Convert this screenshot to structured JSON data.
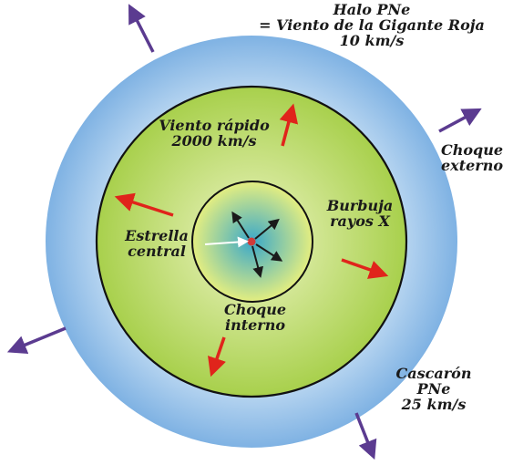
{
  "labels": {
    "halo_line1": "Halo PNe",
    "halo_line2": "= Viento de la Gigante Roja",
    "halo_line3": "10 km/s",
    "fast_wind_line1": "Viento rápido",
    "fast_wind_line2": "2000 km/s",
    "outer_shock_line1": "Choque",
    "outer_shock_line2": "externo",
    "xray_line1": "Burbuja",
    "xray_line2": "rayos X",
    "star_line1": "Estrella",
    "star_line2": "central",
    "inner_shock_line1": "Choque",
    "inner_shock_line2": "interno",
    "shell_line1": "Cascarón",
    "shell_line2": "PNe",
    "shell_line3": "25 km/s"
  },
  "colors": {
    "halo_outer": "#7fb2e3",
    "halo_inner": "#dfeefa",
    "bubble_outer": "#a8d04c",
    "bubble_inner": "#eef5c4",
    "core_center": "#3aa8c9",
    "core_edge": "#e4ee80",
    "star": "#d13a3a",
    "red_arrow": "#e0241b",
    "purple_arrow": "#5b3b90",
    "black_arrow": "#1a1a1a",
    "outline": "#111111"
  },
  "icons": {
    "red_arrows": "red-arrow-icon",
    "purple_arrows": "purple-arrow-icon",
    "star": "star-icon"
  }
}
